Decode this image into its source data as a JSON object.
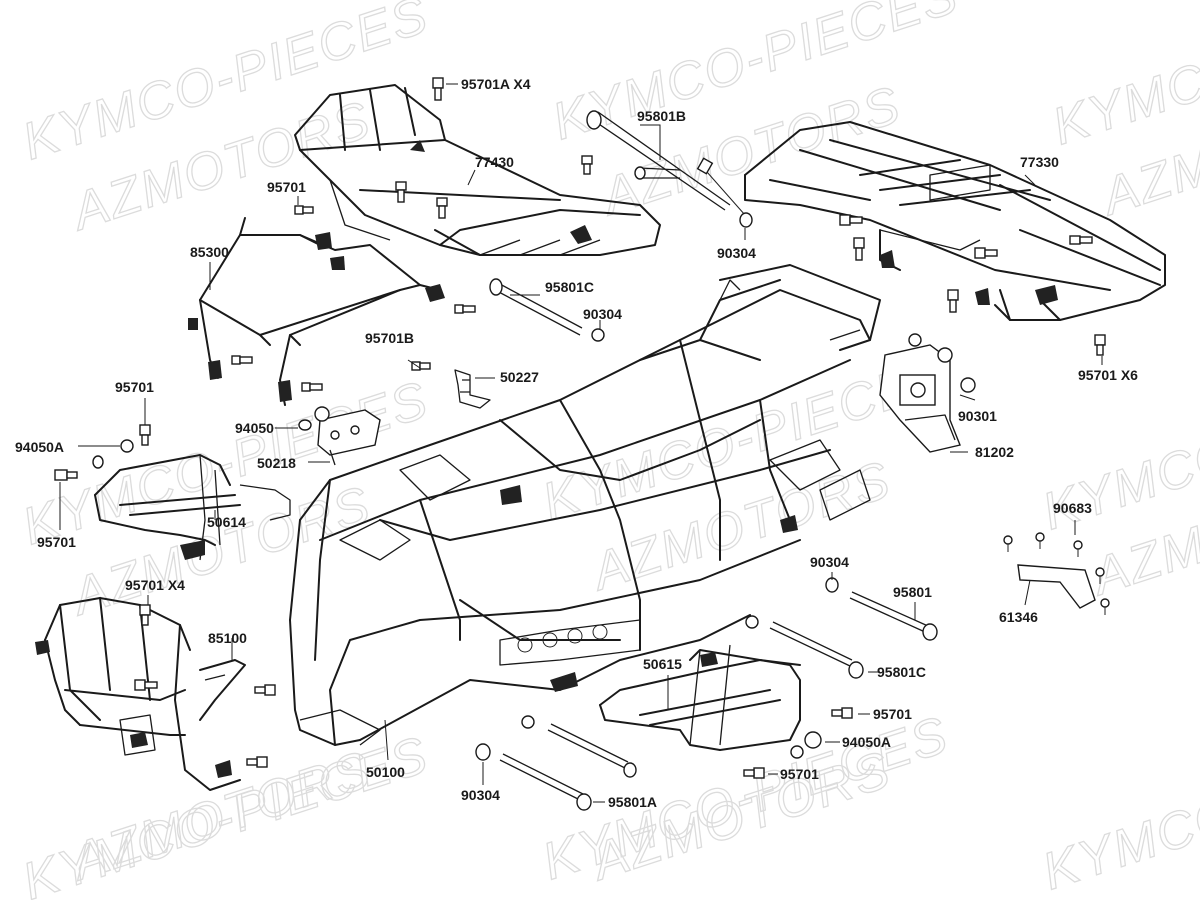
{
  "watermarks": [
    {
      "text": "KYMCO-PIECES"
    },
    {
      "text": "AZMOTORS"
    }
  ],
  "parts": [
    {
      "id": "95701a-x4",
      "label": "95701A  X4"
    },
    {
      "id": "95801b",
      "label": "95801B"
    },
    {
      "id": "77430",
      "label": "77430"
    },
    {
      "id": "77330",
      "label": "77330"
    },
    {
      "id": "95701-top",
      "label": "95701"
    },
    {
      "id": "90304-top",
      "label": "90304"
    },
    {
      "id": "85300",
      "label": "85300"
    },
    {
      "id": "95801c-top",
      "label": "95801C"
    },
    {
      "id": "90304-mid",
      "label": "90304"
    },
    {
      "id": "95701b",
      "label": "95701B"
    },
    {
      "id": "50227",
      "label": "50227"
    },
    {
      "id": "95701-x6",
      "label": "95701  X6"
    },
    {
      "id": "90301",
      "label": "90301"
    },
    {
      "id": "95701-left",
      "label": "95701"
    },
    {
      "id": "94050",
      "label": "94050"
    },
    {
      "id": "94050a-left",
      "label": "94050A"
    },
    {
      "id": "50218",
      "label": "50218"
    },
    {
      "id": "81202",
      "label": "81202"
    },
    {
      "id": "50614",
      "label": "50614"
    },
    {
      "id": "95701-left2",
      "label": "95701"
    },
    {
      "id": "90683",
      "label": "90683"
    },
    {
      "id": "95701-x4b",
      "label": "95701  X4"
    },
    {
      "id": "90304-right",
      "label": "90304"
    },
    {
      "id": "95801",
      "label": "95801"
    },
    {
      "id": "61346",
      "label": "61346"
    },
    {
      "id": "85100",
      "label": "85100"
    },
    {
      "id": "95801c-bot",
      "label": "95801C"
    },
    {
      "id": "50615",
      "label": "50615"
    },
    {
      "id": "95701-bot1",
      "label": "95701"
    },
    {
      "id": "94050a-bot",
      "label": "94050A"
    },
    {
      "id": "50100",
      "label": "50100"
    },
    {
      "id": "95701-bot2",
      "label": "95701"
    },
    {
      "id": "90304-bot",
      "label": "90304"
    },
    {
      "id": "95801a",
      "label": "95801A"
    }
  ]
}
